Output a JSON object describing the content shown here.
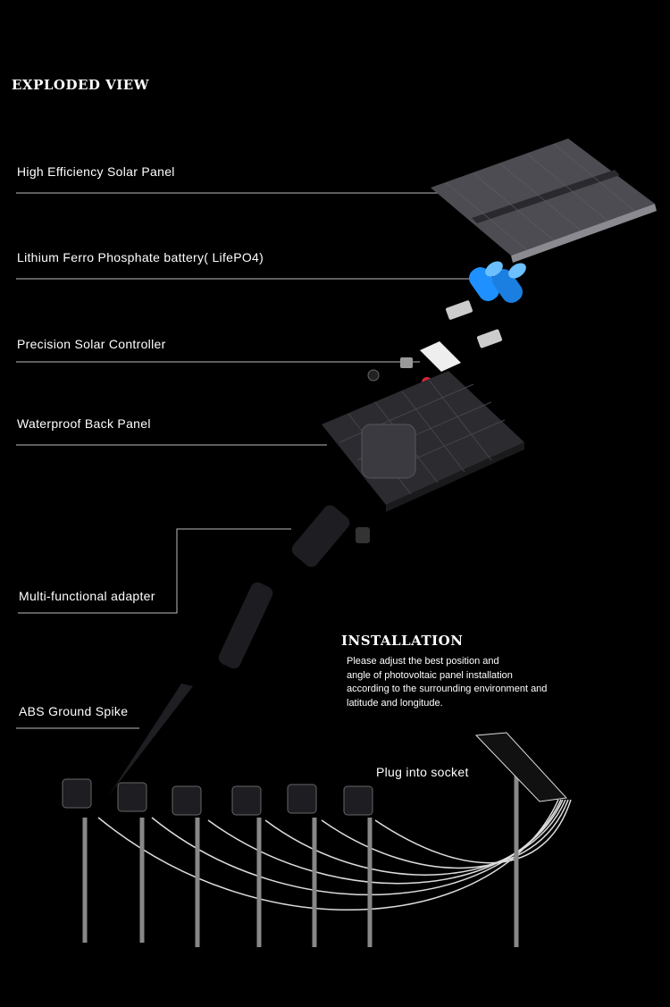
{
  "exploded_view": {
    "title": "EXPLODED VIEW",
    "parts": [
      {
        "label": "High Efficiency Solar Panel"
      },
      {
        "label": "Lithium Ferro Phosphate battery( LifePO4)"
      },
      {
        "label": "Precision Solar Controller"
      },
      {
        "label": "Waterproof  Back  Panel"
      },
      {
        "label": "Multi-functional adapter"
      },
      {
        "label": "ABS Ground Spike"
      }
    ]
  },
  "installation": {
    "title": "INSTALLATION",
    "lines": [
      "Please adjust the best position and",
      "angle of photovoltaic panel installation",
      "according to the surrounding environment and",
      "latitude and longitude."
    ],
    "socket_label": "Plug into socket"
  },
  "colors": {
    "background": "#000000",
    "text": "#ffffff",
    "panel": "#4a4a4f",
    "battery": "#1e90ff",
    "indicator": "#d6263a"
  }
}
